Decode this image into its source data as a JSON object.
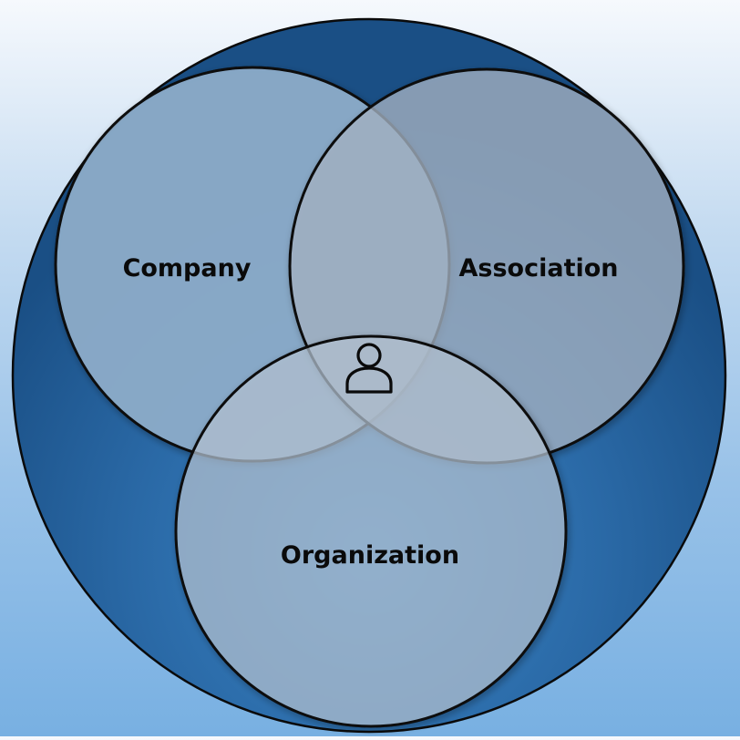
{
  "diagram": {
    "sets": [
      {
        "id": "company",
        "label": "Company"
      },
      {
        "id": "association",
        "label": "Association"
      },
      {
        "id": "organization",
        "label": "Organization"
      }
    ],
    "center_icon": "person-icon",
    "colors": {
      "outer_dark": "#1a4f85",
      "outer_mid": "#2a69a6",
      "outer_light": "#3b86c8",
      "company_fill": "#8aaac8",
      "association_fill": "#8ea4bd",
      "organization_fill": "#a3b8cc",
      "stroke": "#0a0a0a"
    }
  }
}
